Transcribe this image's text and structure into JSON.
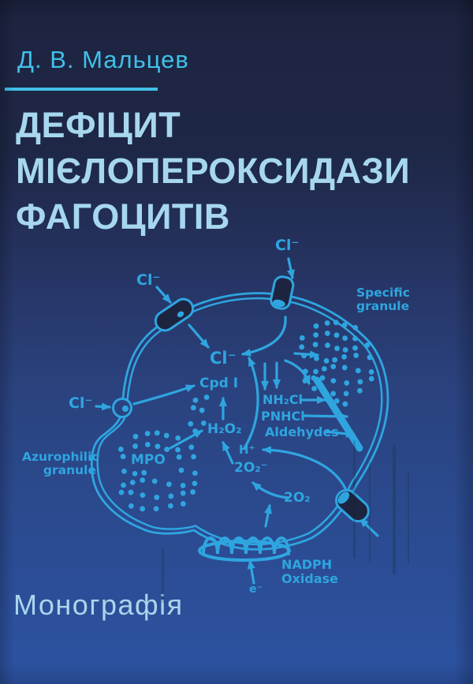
{
  "colors": {
    "accent_cyan": "#41c0e8",
    "title_blue": "#a6d7ee",
    "subtitle_blue": "#a9d6ec",
    "diagram_cyan": "#2fa5e0",
    "bg_stops": [
      [
        0,
        "#1d2440"
      ],
      [
        0.22,
        "#1e2746"
      ],
      [
        0.4,
        "#263463"
      ],
      [
        0.58,
        "#2a4380"
      ],
      [
        0.78,
        "#2b4b91"
      ],
      [
        1,
        "#2d53a2"
      ]
    ]
  },
  "cover": {
    "author": "Д. В. Мальцев",
    "title_line1": "ДЕФІЦИТ",
    "title_line2": "МІЄЛОПЕРОКСИДАЗИ",
    "title_line3": "ФАГОЦИТІВ",
    "subtitle": "Монографія"
  },
  "diagram": {
    "cl_top": "Cl⁻",
    "cl_upper_left": "Cl⁻",
    "cl_lower_left": "Cl⁻",
    "cl_center": "Cl⁻",
    "specific_granule_line1": "Specific",
    "specific_granule_line2": "granule",
    "azurophilic_line1": "Azurophilic",
    "azurophilic_line2": "granule",
    "mpo": "MPO",
    "cpd_i": "Cpd I",
    "h2o2": "H₂O₂",
    "nh2cl": "NH₂Cl",
    "pnhcl": "PNHCl",
    "aldehydes": "Aldehydes",
    "h_plus": "H⁺",
    "superoxide": "2O₂⁻",
    "oxygen": "2O₂",
    "nadph_line1": "NADPH",
    "nadph_line2": "Oxidase",
    "electron": "e⁻"
  }
}
